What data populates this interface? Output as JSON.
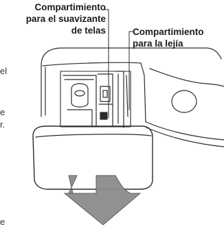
{
  "labels": {
    "fabric_softener": {
      "line1": "Compartimiento",
      "line2": "para el suavizante",
      "line3": "de telas"
    },
    "bleach": {
      "line1": "Compartimiento",
      "line2": "para la lejía"
    }
  },
  "side_fragments": {
    "f1": "el",
    "f2": "e",
    "f3": "r.",
    "f4": "e"
  },
  "colors": {
    "line": "#2b2b2b",
    "arrow_fill": "#8c8c8c",
    "arrow_stroke": "#555555"
  }
}
